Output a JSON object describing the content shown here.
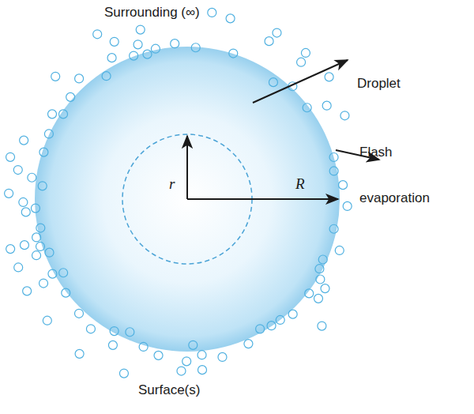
{
  "diagram": {
    "labels": [
      "Surrounding (∞)",
      "Droplet",
      "Flash evaporation",
      "r",
      "R",
      "Surface(s)"
    ]
  }
}
